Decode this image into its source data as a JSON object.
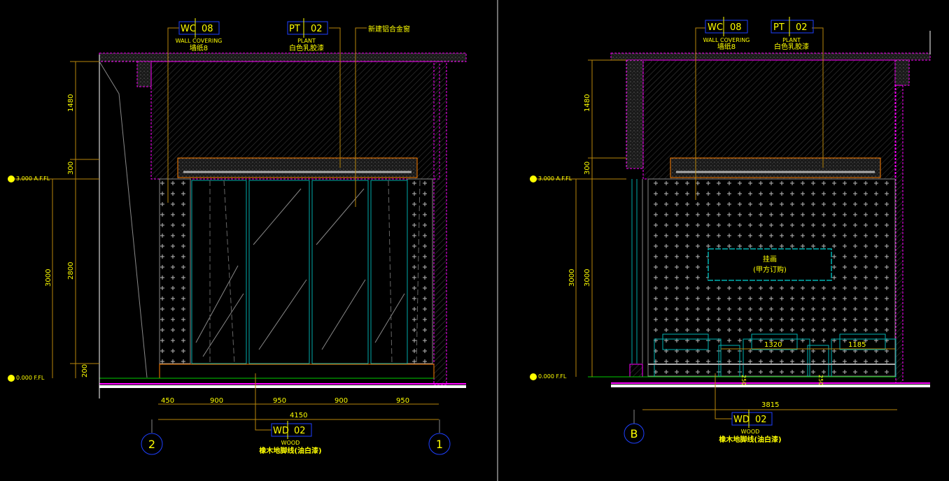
{
  "colors": {
    "background": "#000000",
    "wall": "#ff00ff",
    "dimension": "#b8860b",
    "text": "#ffff00",
    "tag": "#1e40ff",
    "furniture": "#00b3b3",
    "trim": "#ff7f00",
    "floor": "#00cc00"
  },
  "left": {
    "tag_wc": {
      "code": "WC",
      "num": "08",
      "en": "WALL COVERING",
      "cn": "墙纸8"
    },
    "tag_pt": {
      "code": "PT",
      "num": "02",
      "en": "PLANT",
      "cn": "白色乳胶漆"
    },
    "window_note": "新建铝合金窗",
    "level_top": "3.000 A.F.FL",
    "level_floor": "0.000 F.FL",
    "vdims": {
      "d1480": "1480",
      "d300": "300",
      "d3000": "3000",
      "d2800": "2800",
      "d200": "200"
    },
    "hdims": [
      "450",
      "900",
      "950",
      "900",
      "950"
    ],
    "total": "4150",
    "tag_wd": {
      "code": "WD",
      "num": "02",
      "en": "WOOD",
      "cn": "橡木地脚线(油白漆)"
    },
    "axis_left": "2",
    "axis_right": "1"
  },
  "right": {
    "tag_wc": {
      "code": "WC",
      "num": "08",
      "en": "WALL COVERING",
      "cn": "墙纸8"
    },
    "tag_pt": {
      "code": "PT",
      "num": "02",
      "en": "PLANT",
      "cn": "白色乳胶漆"
    },
    "level_top": "3.000 A.F.FL",
    "level_floor": "0.000 F.FL",
    "vdims": {
      "d1480": "1480",
      "d300": "300",
      "d3000a": "3000",
      "d3000b": "3000"
    },
    "painting": {
      "title": "挂画",
      "note": "(甲方订购)"
    },
    "furniture_dims": {
      "d1320": "1320",
      "d1185": "1185",
      "h250a": "250",
      "h250b": "250"
    },
    "total": "3815",
    "tag_wd": {
      "code": "WD",
      "num": "02",
      "en": "WOOD",
      "cn": "橡木地脚线(油白漆)"
    },
    "axis": "B"
  }
}
